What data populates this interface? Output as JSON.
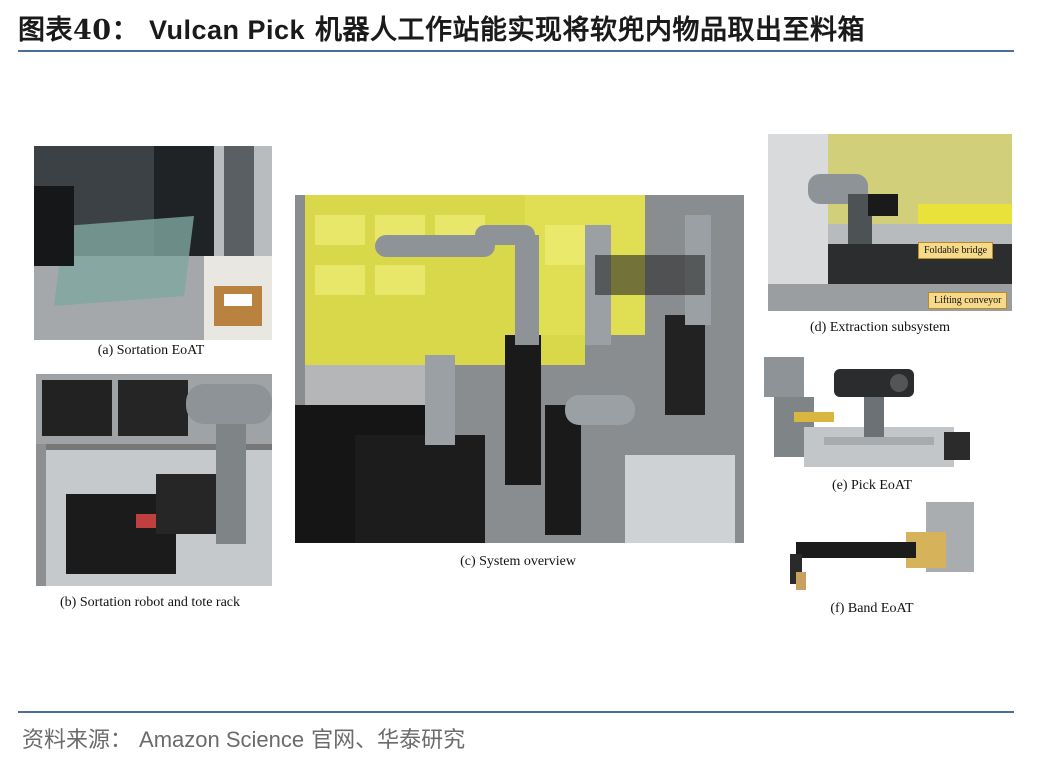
{
  "header": {
    "figure_prefix": "图表40：",
    "title_en": "Vulcan Pick",
    "title_cn": "机器人工作站能实现将软兜内物品取出至料箱"
  },
  "panels": {
    "a": {
      "caption": "(a) Sortation EoAT"
    },
    "b": {
      "caption": "(b) Sortation robot and tote rack"
    },
    "c": {
      "caption": "(c) System overview"
    },
    "d": {
      "caption": "(d) Extraction subsystem",
      "callouts": [
        "Foldable bridge",
        "Lifting conveyor"
      ]
    },
    "e": {
      "caption": "(e) Pick EoAT"
    },
    "f": {
      "caption": "(f) Band EoAT"
    }
  },
  "footer": {
    "source_prefix": "资料来源：",
    "source_en": "Amazon Science",
    "source_cn": "官网、华泰研究"
  },
  "colors": {
    "rule": "#4a6d9a",
    "tote_yellow": "#e8e23a",
    "robot_grey": "#8e9397"
  }
}
